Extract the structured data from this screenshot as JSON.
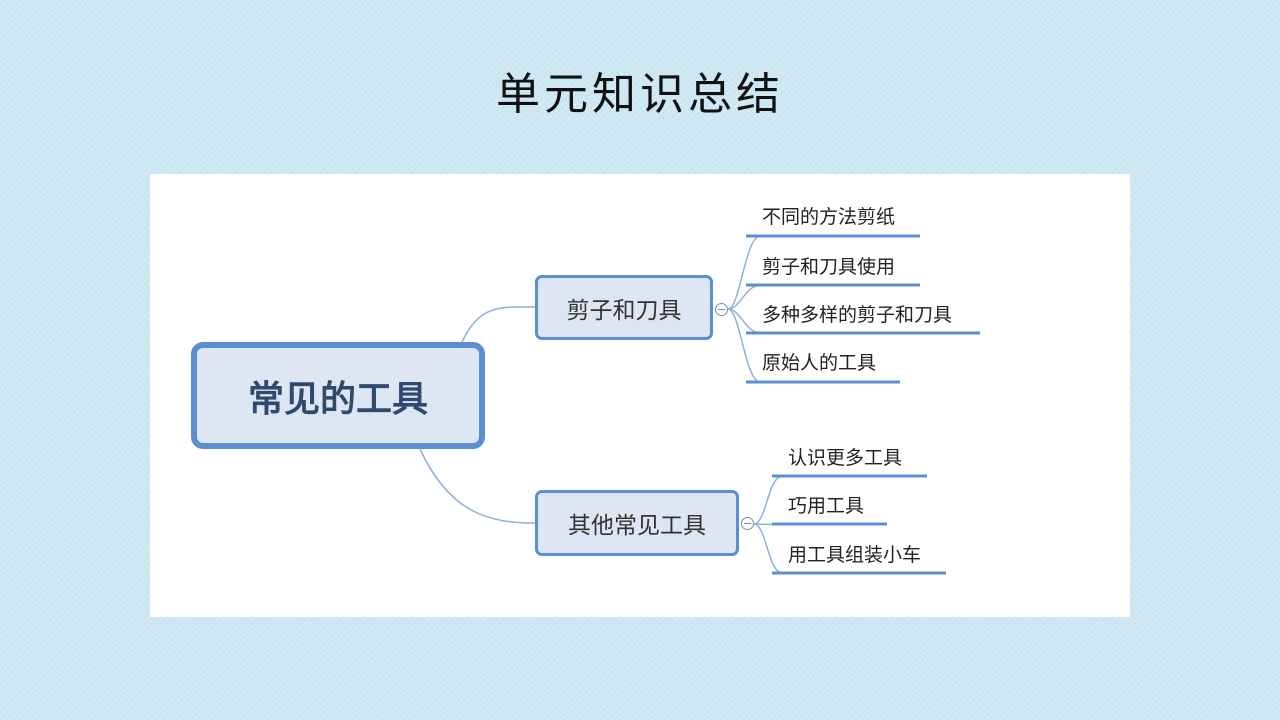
{
  "title": "单元知识总结",
  "mindmap": {
    "root": "常见的工具",
    "branches": [
      {
        "label": "剪子和刀具",
        "children": [
          "不同的方法剪纸",
          "剪子和刀具使用",
          "多种多样的剪子和刀具",
          "原始人的工具"
        ]
      },
      {
        "label": "其他常见工具",
        "children": [
          "认识更多工具",
          "巧用工具",
          "用工具组装小车"
        ]
      }
    ]
  },
  "colors": {
    "node_border": "#5b8fd1",
    "node_fill": "#dde6f2",
    "connector": "#8fb0d8",
    "background": "#cde8f3"
  }
}
